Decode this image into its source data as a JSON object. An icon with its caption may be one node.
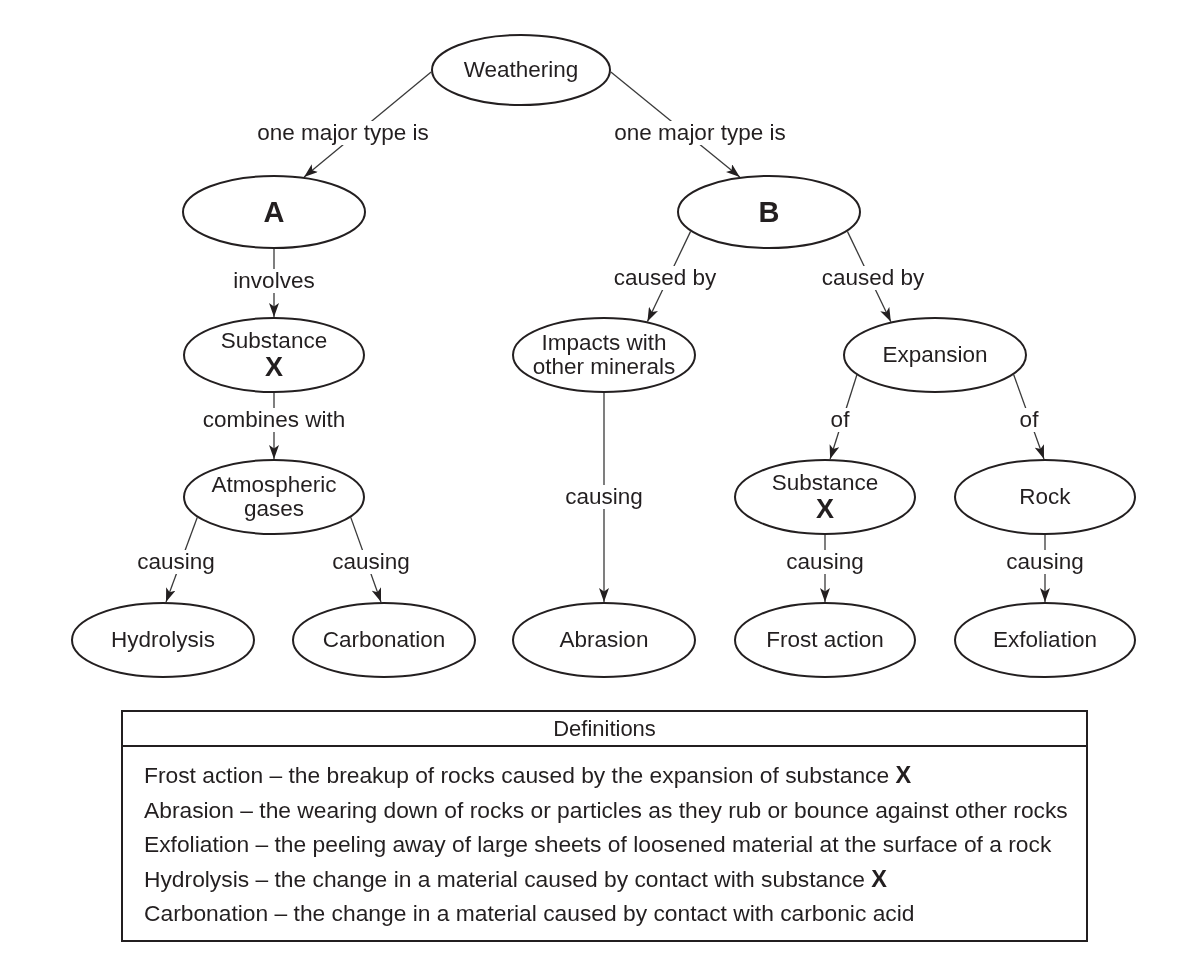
{
  "diagram": {
    "nodes": [
      {
        "text": [
          "Weathering"
        ]
      },
      {
        "text": [
          "A"
        ]
      },
      {
        "text": [
          "B"
        ]
      },
      {
        "text": [
          "Substance **X**"
        ]
      },
      {
        "text": [
          "Impacts with other minerals"
        ]
      },
      {
        "text": [
          "Expansion"
        ]
      },
      {
        "text": [
          "Atmospheric gases"
        ]
      },
      {
        "text": [
          "Substance **X**"
        ]
      },
      {
        "text": [
          "Rock"
        ]
      },
      {
        "text": [
          "Hydrolysis"
        ]
      },
      {
        "text": [
          "Carbonation"
        ]
      },
      {
        "text": [
          "Abrasion"
        ]
      },
      {
        "text": [
          "Frost action"
        ]
      },
      {
        "text": [
          "Exfoliation"
        ]
      },
      {
        "text": [
          "Definitions",
          "Frost action – the breakup of rocks caused by the expansion of substance **X**",
          "Abrasion – the wearing down of rocks or particles as they rub or bounce against other rocks",
          "Exfoliation – the peeling away of large sheets of loosened material at the surface of a rock",
          "Hydrolysis – the change in a material caused by contact with substance **X**",
          "Carbonation – the change in a material caused by contact with carbonic acid"
        ]
      }
    ],
    "edges": [
      {
        "from": 0,
        "to": 1,
        "arrow": "to",
        "label": "one major type is"
      },
      {
        "from": 0,
        "to": 2,
        "arrow": "to",
        "label": "one major type is"
      },
      {
        "from": 1,
        "to": 3,
        "arrow": "to",
        "label": "involves"
      },
      {
        "from": 3,
        "to": 6,
        "arrow": "to",
        "label": "combines with"
      },
      {
        "from": 6,
        "to": 9,
        "arrow": "to",
        "label": "causing"
      },
      {
        "from": 6,
        "to": 10,
        "arrow": "to",
        "label": "causing"
      },
      {
        "from": 2,
        "to": 4,
        "arrow": "to",
        "label": "caused by"
      },
      {
        "from": 2,
        "to": 5,
        "arrow": "to",
        "label": "caused by"
      },
      {
        "from": 4,
        "to": 11,
        "arrow": "to",
        "label": "causing"
      },
      {
        "from": 5,
        "to": 7,
        "arrow": "to",
        "label": "of"
      },
      {
        "from": 5,
        "to": 8,
        "arrow": "to",
        "label": "of"
      },
      {
        "from": 7,
        "to": 12,
        "arrow": "to",
        "label": "causing"
      },
      {
        "from": 8,
        "to": 13,
        "arrow": "to",
        "label": "causing"
      }
    ]
  }
}
